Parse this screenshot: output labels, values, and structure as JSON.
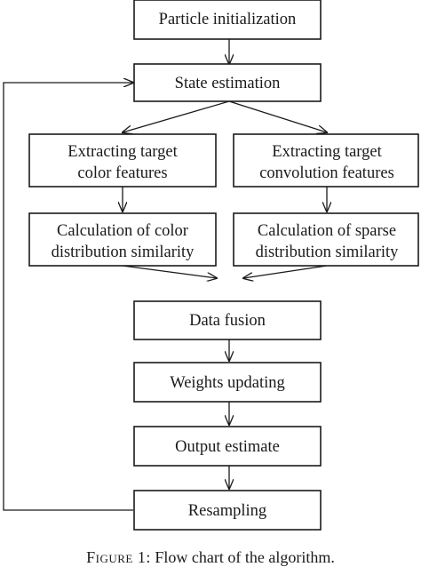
{
  "colors": {
    "stroke": "#1a1a1a",
    "background": "#ffffff"
  },
  "nodes": {
    "particle_init": {
      "lines": [
        "Particle initialization"
      ]
    },
    "state_estimation": {
      "lines": [
        "State estimation"
      ]
    },
    "extract_color": {
      "lines": [
        "Extracting target",
        "color features"
      ]
    },
    "extract_conv": {
      "lines": [
        "Extracting target",
        "convolution features"
      ]
    },
    "calc_color": {
      "lines": [
        "Calculation of color",
        "distribution similarity"
      ]
    },
    "calc_sparse": {
      "lines": [
        "Calculation of sparse",
        "distribution similarity"
      ]
    },
    "data_fusion": {
      "lines": [
        "Data fusion"
      ]
    },
    "weights_updating": {
      "lines": [
        "Weights updating"
      ]
    },
    "output_estimate": {
      "lines": [
        "Output estimate"
      ]
    },
    "resampling": {
      "lines": [
        "Resampling"
      ]
    }
  },
  "edges": [
    {
      "from": "particle_init",
      "to": "state_estimation"
    },
    {
      "from": "state_estimation",
      "to": "extract_color"
    },
    {
      "from": "state_estimation",
      "to": "extract_conv"
    },
    {
      "from": "extract_color",
      "to": "calc_color"
    },
    {
      "from": "extract_conv",
      "to": "calc_sparse"
    },
    {
      "from": "calc_color",
      "to": "data_fusion"
    },
    {
      "from": "calc_sparse",
      "to": "data_fusion"
    },
    {
      "from": "data_fusion",
      "to": "weights_updating"
    },
    {
      "from": "weights_updating",
      "to": "output_estimate"
    },
    {
      "from": "output_estimate",
      "to": "resampling"
    },
    {
      "from": "resampling",
      "to": "state_estimation"
    }
  ],
  "caption": {
    "label": "Figure 1:",
    "text": "Flow chart of the algorithm."
  }
}
